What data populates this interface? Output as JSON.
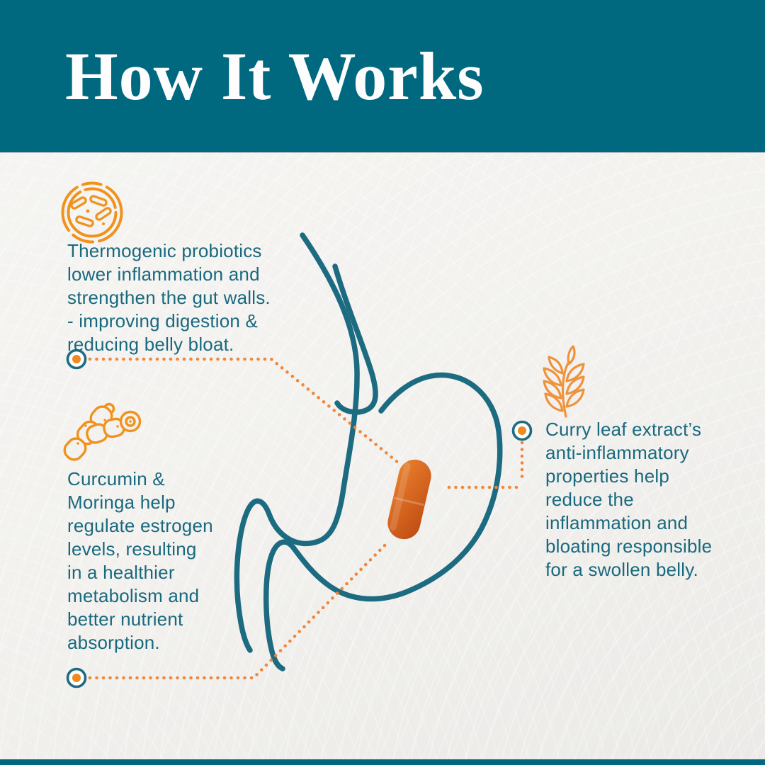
{
  "header": {
    "title": "How It Works"
  },
  "colors": {
    "header_teal": "#00697f",
    "text_teal": "#19697e",
    "line_teal": "#1d6b80",
    "icon_orange": "#f0921e",
    "dot_orange": "#f0873a",
    "capsule_orange": "#d2571b",
    "background": "#f3f2ef"
  },
  "diagram": {
    "subject": "stomach-outline-with-capsule",
    "capsule": "orange capsule inside stomach"
  },
  "blocks": [
    {
      "id": "probiotics",
      "icon": "probiotic-icon",
      "lines": [
        "Thermogenic probiotics",
        "lower inflammation and",
        "strengthen the gut walls.",
        "- improving digestion &",
        "reducing belly bloat."
      ]
    },
    {
      "id": "curcumin-moringa",
      "icon": "turmeric-icon",
      "lines": [
        "Curcumin &",
        "Moringa help",
        "regulate estrogen",
        "levels, resulting",
        "in a healthier",
        "metabolism and",
        "better nutrient",
        "absorption."
      ]
    },
    {
      "id": "curry-leaf",
      "icon": "curry-leaf-icon",
      "lines": [
        "Curry leaf extract’s",
        "anti-inflammatory",
        "properties help",
        "reduce the",
        "inflammation and",
        "bloating responsible",
        "for a swollen belly."
      ]
    }
  ]
}
